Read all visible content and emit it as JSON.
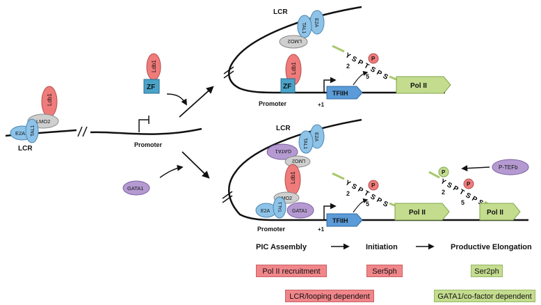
{
  "labels": {
    "lcr": "LCR",
    "promoter": "Promoter",
    "plus_one": "+1",
    "zf": "ZF",
    "ldb1": "Ldb1",
    "lmo2": "LMO2",
    "tal1": "TAL1",
    "e2a": "E2A",
    "gata1": "GATA1",
    "tfiih": "TFIIH",
    "pol2": "Pol II",
    "ptefb": "P-TEFb",
    "phospho": "P",
    "ctd_sequence": [
      "Y",
      "S",
      "P",
      "T",
      "S",
      "P",
      "S"
    ],
    "ser2": "2",
    "ser5": "5"
  },
  "stages": {
    "pic_assembly": "PIC Assembly",
    "initiation": "Initiation",
    "elongation": "Productive Elongation"
  },
  "boxes": {
    "pol2_recruitment": "Pol II recruitment",
    "ser5ph": "Ser5ph",
    "ser2ph": "Ser2ph",
    "looping_dependent": "LCR/looping dependent",
    "gata1_dependent": "GATA1/co-factor dependent"
  },
  "colors": {
    "blue": "#8ec3e8",
    "red": "#ef7b7b",
    "grey": "#cfcfcf",
    "purple": "#b49ad1",
    "green": "#c3dc8e",
    "teal": "#4aa3c8",
    "box_red": "#f0868a",
    "box_green": "#c3dc8e"
  }
}
